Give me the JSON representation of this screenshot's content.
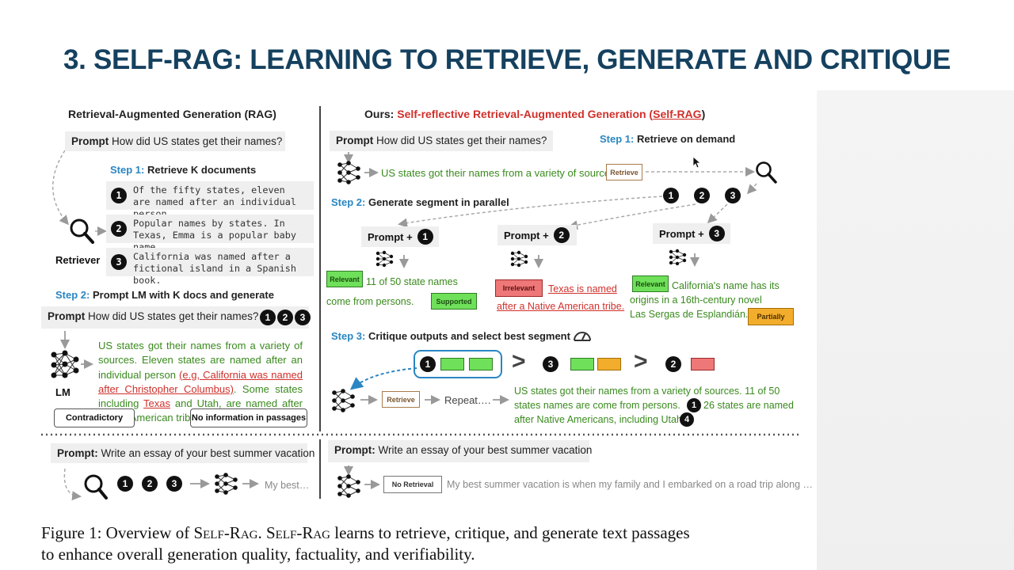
{
  "slide": {
    "title": "3. SELF-RAG: LEARNING TO RETRIEVE, GENERATE AND CRITIQUE"
  },
  "rag": {
    "header": "Retrieval-Augmented Generation (RAG)",
    "prompt_label": "Prompt",
    "prompt_text": "How did US states get their names?",
    "step1_num": "Step 1:",
    "step1_text": "Retrieve K documents",
    "docs": [
      "Of the fifty states, eleven are named after an individual person.",
      "Popular names by states. In Texas, Emma is a popular baby name.",
      "California was named after a fictional island in a Spanish book."
    ],
    "retriever_label": "Retriever",
    "step2_num": "Step 2:",
    "step2_text": "Prompt LM with K docs and generate",
    "step2_prompt_label": "Prompt",
    "step2_prompt_text": "How did US states get their names? +",
    "lm_label": "LM",
    "output": {
      "p1": "US states got their names from a variety of sources. Eleven states are named after an individual person ",
      "p2": "(e.g, California was named after Christopher Columbus)",
      "p3": ". Some states including ",
      "p4": "Texas",
      "p5": " and Utah, are named after Native American tribe."
    },
    "callout_left": "Contradictory",
    "callout_right": "No information in passages",
    "bottom_prompt_label": "Prompt:",
    "bottom_prompt_text": "Write an essay of your best summer vacation",
    "bottom_output": "My best…"
  },
  "selfrag": {
    "header_prefix": "Ours: ",
    "header_main": "Self-reflective Retrieval-Augmented Generation (",
    "header_name": "Self-RAG",
    "header_suffix": ")",
    "prompt_label": "Prompt",
    "prompt_text": "How did US states get their names?",
    "step1_num": "Step 1:",
    "step1_text": "Retrieve on demand",
    "gen_text": "US states got their names from a variety of sources.",
    "retrieve_tag": "Retrieve",
    "step2_num": "Step 2:",
    "step2_text": "Generate segment in parallel",
    "prompt_plus": "Prompt +",
    "seg1": {
      "tag": "Relevant",
      "text1": "11 of 50 state names",
      "text2": "come from persons.",
      "crit": "Supported"
    },
    "seg2": {
      "tag": "Irrelevant",
      "text1": "Texas is named",
      "text2": "after a Native American tribe."
    },
    "seg3": {
      "tag": "Relevant",
      "text1": "California's name has its",
      "text2": "origins in a 16th-century novel",
      "text3": "Las Sergas de Esplandián.",
      "crit": "Partially"
    },
    "step3_num": "Step 3:",
    "step3_text": "Critique outputs and select best segment",
    "repeat": "Repeat….",
    "final_line1": "US states got their names from a variety of sources. 11 of 50",
    "final_line2a": "states names are come from persons.",
    "final_line2b": "26 states are named",
    "final_line3": "after Native Americans, including Utah.",
    "bottom_prompt_label": "Prompt:",
    "bottom_prompt_text": "Write an essay of your best summer vacation",
    "no_retrieval_tag": "No Retrieval",
    "bottom_output": "My best summer vacation is when my family and I embarked on a road trip along …"
  },
  "numbers": [
    "1",
    "2",
    "3",
    "4"
  ],
  "caption": {
    "fig": "Figure 1: Overview of ",
    "name1": "Self-Rag",
    "mid": ". ",
    "name2": "Self-Rag",
    "rest": " learns to retrieve, critique, and generate text passages",
    "line2": "to enhance overall generation quality, factuality, and verifiability."
  },
  "colors": {
    "title": "#15415f",
    "step_blue": "#2a86c2",
    "green": "#3a8a1e",
    "red": "#d0302b"
  }
}
